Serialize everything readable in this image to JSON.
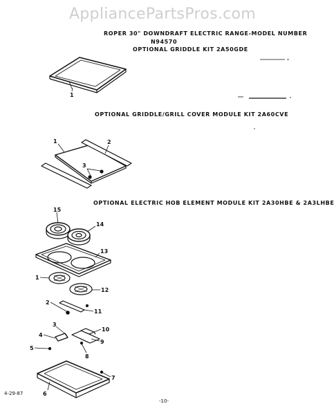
{
  "watermark": "AppliancePartsPros.com",
  "header": {
    "title": "ROPER 30\" DOWNDRAFT ELECTRIC RANGE-MODEL NUMBER",
    "model": "N94570"
  },
  "sections": [
    {
      "title": "OPTIONAL GRIDDLE KIT 2A50GDE"
    },
    {
      "title": "OPTIONAL GRIDDLE/GRILL COVER MODULE KIT 2A60CVE"
    },
    {
      "title": "OPTIONAL ELECTRIC HOB ELEMENT MODULE KIT 2A30HBE & 2A3LHBE"
    }
  ],
  "callouts": {
    "griddle": [
      "1"
    ],
    "cover": [
      "1",
      "2",
      "3"
    ],
    "hob": [
      "15",
      "14",
      "13",
      "1",
      "12",
      "2",
      "11",
      "3",
      "10",
      "4",
      "9",
      "5",
      "8",
      "7",
      "6"
    ]
  },
  "footer": {
    "date": "4-29-87",
    "page": "-10-"
  }
}
